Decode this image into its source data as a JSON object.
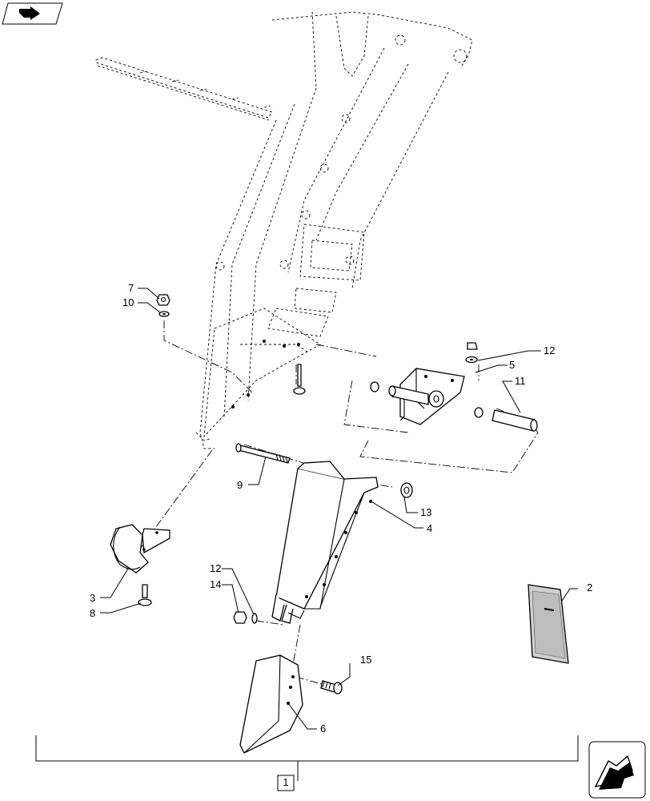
{
  "diagram": {
    "callouts": [
      {
        "id": "c1",
        "text": "1"
      },
      {
        "id": "c2",
        "text": "2"
      },
      {
        "id": "c3",
        "text": "3"
      },
      {
        "id": "c4",
        "text": "4"
      },
      {
        "id": "c5",
        "text": "5"
      },
      {
        "id": "c6",
        "text": "6"
      },
      {
        "id": "c7",
        "text": "7"
      },
      {
        "id": "c8",
        "text": "8"
      },
      {
        "id": "c9",
        "text": "9"
      },
      {
        "id": "c10",
        "text": "10"
      },
      {
        "id": "c11",
        "text": "11"
      },
      {
        "id": "c12a",
        "text": "12"
      },
      {
        "id": "c12b",
        "text": "12"
      },
      {
        "id": "c13",
        "text": "13"
      },
      {
        "id": "c14",
        "text": "14"
      },
      {
        "id": "c15",
        "text": "15"
      }
    ]
  },
  "icons": {
    "top_left": "previous-page-icon",
    "bottom_right": "next-page-icon"
  }
}
